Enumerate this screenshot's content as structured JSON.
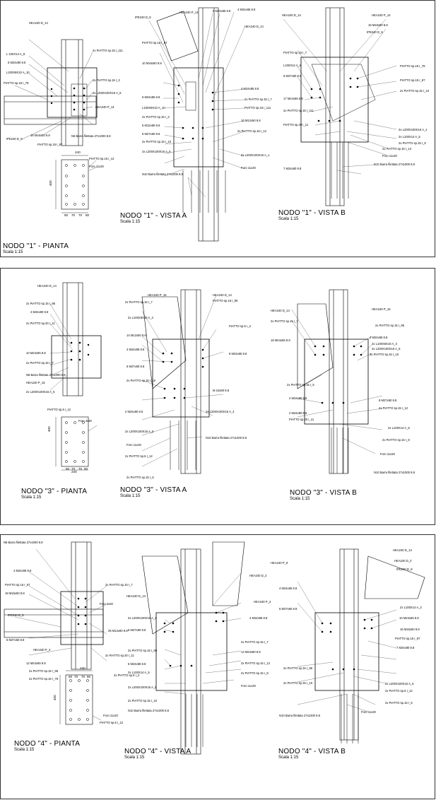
{
  "sections": [
    {
      "views": [
        {
          "title": "NODO \"1\" - PIANTA",
          "scale": "Scala 1:15"
        },
        {
          "title": "NODO \"1\" - VISTA A",
          "scale": "Scala 1:15"
        },
        {
          "title": "NODO \"1\" - VISTA B",
          "scale": "Scala 1:15"
        }
      ],
      "plan_labels": [
        "HEA240 D_14",
        "L 100X14 A_8",
        "5 M24x80 8.8",
        "L100X8X10 A_10",
        "2x PIATTO sp.15 I_111",
        "2x PIATTO sp.15 I_3",
        "2x L200X100X16 A_5",
        "HEA240 P_14",
        "16 M16x50 8.8",
        "N6 Barra filettata 27x1000 8.8",
        "IPE240 D_9",
        "PIATTO sp.15 I_97",
        "PIATTO sp.15 I_78"
      ],
      "plate": {
        "label": "PIATTO sp.15 I_12",
        "hole": "Foro 11x20",
        "width": "240",
        "height": "400",
        "dims": [
          "50",
          "70",
          "70",
          "50"
        ]
      },
      "a_labels": [
        "IPE240 D_9",
        "HEA240 P_14",
        "5 M24x65 8.8",
        "4 M24x65 8.8",
        "HEA240 D_14",
        "PIATTO sp.15 I_97",
        "10 M16x50 8.8",
        "6 M24x65 8.8",
        "L100X8X10 A_10",
        "2x PIATTO sp.15 I_3",
        "6 M12x80 8.8",
        "6 M27x60 8.8",
        "2x PIATTO sp.15 I_10",
        "2x L200X100X16 A_5",
        "4 M24x85 8.8",
        "2x PIATTO sp.15 I_7",
        "PIATTO sp.15 I_111",
        "10 M12x50 8.8",
        "2x PIATTO sp.15 I_12",
        "2x L200X100X16 A_1",
        "Foro 11x20",
        "N10 Barra filettata 27x1000 8.8"
      ],
      "b_labels": [
        "HEA240 D_14",
        "HEA240 P_14",
        "16 M16x50 8.8",
        "IPE240 D_9",
        "PIATTO sp.15 I_7",
        "L100X14 A_8",
        "6 M27x60 8.8",
        "PIATTO sp.15 I_78",
        "PIATTO sp.15 I_97",
        "17 M24x65 8.8",
        "2x PIATTO sp.15 I_10",
        "2x PIATTO sp.15 I_111",
        "PIATTO sp.20 I_11",
        "2x L200X100X16 A_1",
        "2x L100X14 A_5",
        "2x PIATTO sp.15 I_5",
        "2x PIATTO sp.15 I_12",
        "Foro 11x20",
        "7 M24x80 8.8",
        "N10 Barra filettata 27x1000 8.8"
      ]
    },
    {
      "views": [
        {
          "title": "NODO \"3\" - PIANTA",
          "scale": "Scala 1:15"
        },
        {
          "title": "NODO \"3\" - VISTA A",
          "scale": "Scala 1:15"
        },
        {
          "title": "NODO \"3\" - VISTA B",
          "scale": "Scala 1:15"
        }
      ],
      "plan_labels": [
        "HEA240 D_14",
        "2x PIATTO sp.15 I_95",
        "4 M24x80 8.8",
        "2x PIATTO sp.20 I_11",
        "10 M24x65 8.8",
        "2x PIATTO sp.15 I_7",
        "N6 Barra filettata 27x1000 8.8",
        "HEA240 P_15",
        "2x L200X100X16 A_5"
      ],
      "plate": {
        "label": "PIATTO sp.5 I_12",
        "hole": "Foro 4x20",
        "width": "240",
        "height": "400",
        "dims": [
          "50",
          "70",
          "70",
          "50"
        ]
      },
      "a_labels": [
        "HEA240 P_15",
        "2x PIATTO sp.15 I_7",
        "HEA240 D_14",
        "PIATTO sp.15 I_95",
        "2x L100X8X10 A_3",
        "PIATTO sp.5 I_3",
        "14 M12x50 8.8",
        "4 M24x85 8.8",
        "8 M24x65 8.8",
        "6 M27x60 8.8",
        "2x PIATTO sp.15 I_10",
        "M 24x80 8.8",
        "2 M24x80 8.8",
        "2x L200X100X16 A_4",
        "2x L200X100X16 A_5",
        "Foro 11x20",
        "N10 Barra filettata 27x1000 8.8",
        "2x PIATTO sp.5 I_12",
        "2x PIATTO sp.15 I_5"
      ],
      "b_labels": [
        "HEA240 D_14",
        "HEA240 P_15",
        "2x PIATTO sp.15 I_7",
        "2x PIATTO sp.15 I_95",
        "18 M24x65 8.8",
        "2 M24x65 8.8",
        "2x L100X8X10 A_3",
        "2x L200X100X16 A_5",
        "2x PIATTO sp.15 I_10",
        "2x PIATTO sp.15 I_5",
        "2 M24x80 8.8",
        "8 M27x60 8.8",
        "2x PIATTO sp.15 I_12",
        "2 M24x80 8.8",
        "PIATTO sp.20 I_11",
        "2x L100X14 A_8",
        "2x PIATTO sp.15 I_8",
        "Foro 11x20",
        "N10 Barra filettata 27x1000 8.8"
      ]
    },
    {
      "views": [
        {
          "title": "NODO \"4\" - PIANTA",
          "scale": "Scala 1:15"
        },
        {
          "title": "NODO \"4\" - VISTA A",
          "scale": "Scala 1:15"
        },
        {
          "title": "NODO \"4\" - VISTA B",
          "scale": "Scala 1:15"
        }
      ],
      "plan_labels": [
        "N6 Barra filettata 27x1000 8.8",
        "4 M24x65 8.8",
        "PIATTO sp.15 I_97",
        "18 M16x50 8.8",
        "2x PIATTO sp.15 I_7",
        "Foro 4x20",
        "IPE240 D_8",
        "26 M12x80 8.8",
        "6 M27x60 8.8",
        "HEA240 P_4",
        "2x PIATTO sp.20 I_11",
        "12 M24x65 8.8",
        "2x PIATTO sp.15 I_96",
        "2x PIATTO sp.15 I_78",
        "2x PIATTO sp.5 I_2"
      ],
      "plate": {
        "label": "PIATTO sp.5 I_12",
        "hole": "Foro 11x20",
        "width": "240",
        "height": "400",
        "dims": [
          "50",
          "70",
          "70",
          "50"
        ]
      },
      "a_labels": [
        "HEA240 D_2",
        "HEA240 D_13",
        "HEA240 P_4",
        "2x L200X100X16 A_1",
        "6 M27x60 8.8",
        "4 M24x85 8.8",
        "2x PIATTO sp.15 I_7",
        "2x PIATTO sp.15 I_96",
        "14 M24x80 8.8",
        "6 M24x65 8.8",
        "2x PIATTO sp.15 I_12",
        "2x L100X14 A_5",
        "2x PIATTO sp.15 I_8",
        "2x L200X100X16 A_8",
        "Foro 11x20",
        "2x PIATTO sp.15 I_10",
        "N10 Barra filettata 27x1000 8.8"
      ],
      "b_labels": [
        "HEA240 P_9",
        "HEA240 D_13",
        "HEA240 D_2",
        "IPE240 D_8",
        "4 M24x65 8.8",
        "6 M27x60 8.8",
        "2x L100X14 A_3",
        "10 M24x65 8.8",
        "16 M16x50 8.8",
        "PIATTO sp.15 I_97",
        "7 M24x80 8.8",
        "2x PIATTO sp.15 I_96",
        "2x PIATTO sp.15 I_10",
        "2x L200X100X16 A_5",
        "2x PIATTO sp.5 I_12",
        "2x PIATTO sp.15 I_5",
        "Foro 11x20",
        "N10 Barra filettata 27x1000 8.8"
      ]
    }
  ]
}
